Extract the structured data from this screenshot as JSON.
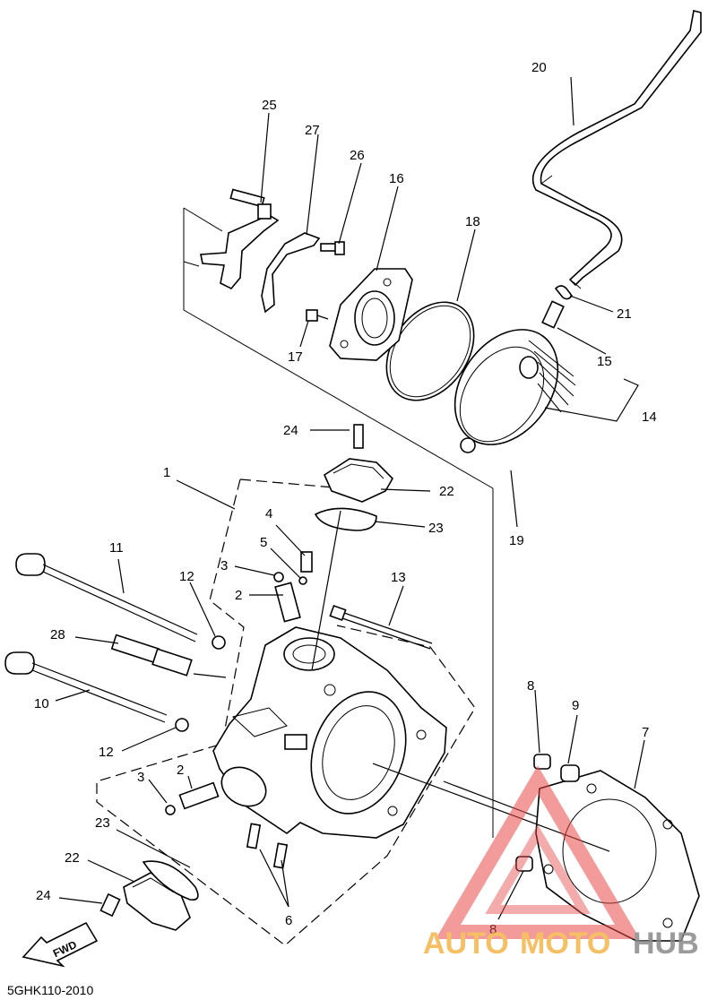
{
  "diagram": {
    "part_labels": [
      {
        "id": "1",
        "text": "1"
      },
      {
        "id": "2a",
        "text": "2"
      },
      {
        "id": "2b",
        "text": "2"
      },
      {
        "id": "3a",
        "text": "3"
      },
      {
        "id": "3b",
        "text": "3"
      },
      {
        "id": "4",
        "text": "4"
      },
      {
        "id": "5",
        "text": "5"
      },
      {
        "id": "6",
        "text": "6"
      },
      {
        "id": "7",
        "text": "7"
      },
      {
        "id": "8a",
        "text": "8"
      },
      {
        "id": "8b",
        "text": "8"
      },
      {
        "id": "9",
        "text": "9"
      },
      {
        "id": "10",
        "text": "10"
      },
      {
        "id": "11",
        "text": "11"
      },
      {
        "id": "12a",
        "text": "12"
      },
      {
        "id": "12b",
        "text": "12"
      },
      {
        "id": "13",
        "text": "13"
      },
      {
        "id": "14",
        "text": "14"
      },
      {
        "id": "15",
        "text": "15"
      },
      {
        "id": "16",
        "text": "16"
      },
      {
        "id": "17",
        "text": "17"
      },
      {
        "id": "18",
        "text": "18"
      },
      {
        "id": "19",
        "text": "19"
      },
      {
        "id": "20",
        "text": "20"
      },
      {
        "id": "21",
        "text": "21"
      },
      {
        "id": "22a",
        "text": "22"
      },
      {
        "id": "22b",
        "text": "22"
      },
      {
        "id": "23a",
        "text": "23"
      },
      {
        "id": "23b",
        "text": "23"
      },
      {
        "id": "24a",
        "text": "24"
      },
      {
        "id": "24b",
        "text": "24"
      },
      {
        "id": "25",
        "text": "25"
      },
      {
        "id": "26",
        "text": "26"
      },
      {
        "id": "27",
        "text": "27"
      },
      {
        "id": "28",
        "text": "28"
      }
    ],
    "fwd_arrow_label": "FWD",
    "drawing_code": "5GHK110-2010"
  },
  "watermark": {
    "part1": "AUTO",
    "part2": "MOTO",
    "part3": "HUB",
    "color_orange": "#f5b54a",
    "color_gray": "#8a8a8a",
    "color_red": "#e84a4a"
  }
}
